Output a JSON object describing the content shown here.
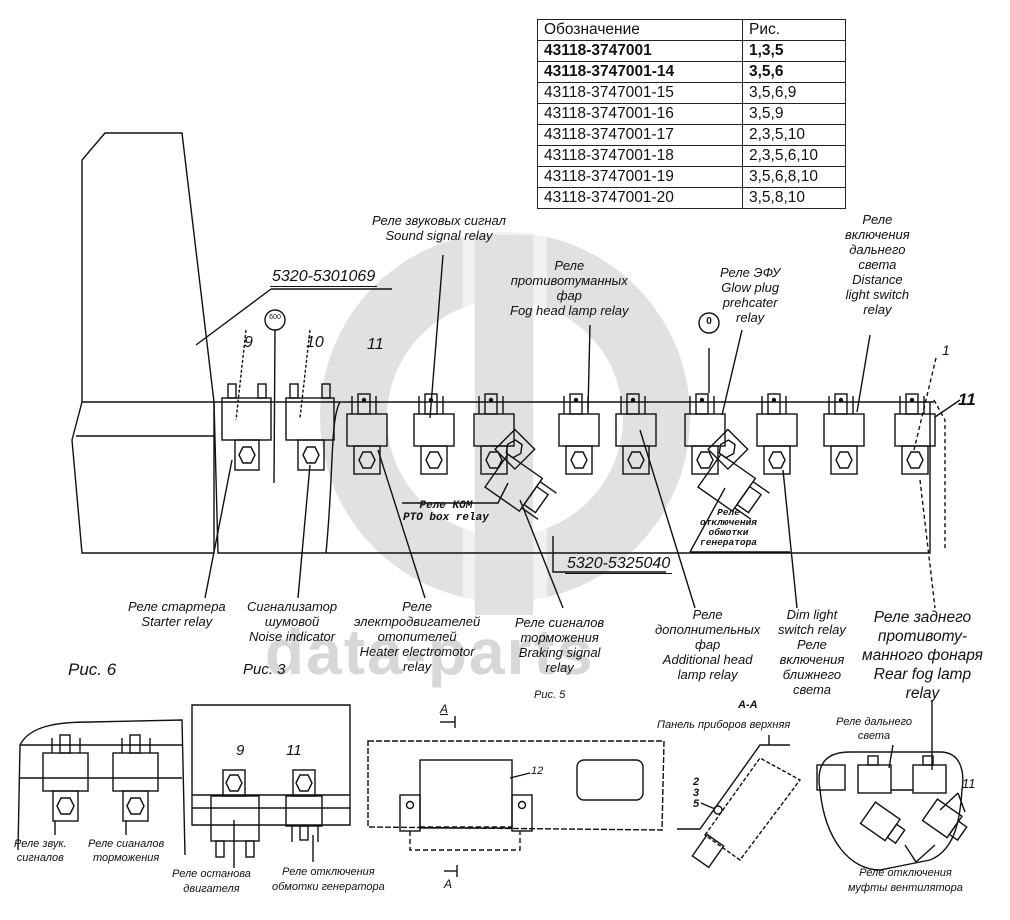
{
  "spec_table": {
    "headers": [
      "Обозначение",
      "Рис."
    ],
    "rows": [
      {
        "designation": "43118-3747001",
        "figures": "1,3,5",
        "bold": true
      },
      {
        "designation": "43118-3747001-14",
        "figures": "3,5,6",
        "bold": true
      },
      {
        "designation": "43118-3747001-15",
        "figures": "3,5,6,9",
        "bold": false
      },
      {
        "designation": "43118-3747001-16",
        "figures": "3,5,9",
        "bold": false
      },
      {
        "designation": "43118-3747001-17",
        "figures": "2,3,5,10",
        "bold": false
      },
      {
        "designation": "43118-3747001-18",
        "figures": "2,3,5,6,10",
        "bold": false
      },
      {
        "designation": "43118-3747001-19",
        "figures": "3,5,6,8,10",
        "bold": false
      },
      {
        "designation": "43118-3747001-20",
        "figures": "3,5,8,10",
        "bold": false
      }
    ]
  },
  "part_numbers": {
    "bracket_top": "5320-5301069",
    "panel_bottom": "5320-5325040"
  },
  "callout_circles": {
    "c600": "600",
    "c0": "0"
  },
  "position_numbers": {
    "n9": "9",
    "n10": "10",
    "n11_left": "11",
    "n1": "1",
    "n11_right": "11"
  },
  "top_labels": {
    "sound_signal": [
      "Реле звуковых сигнал",
      "Sound signal relay"
    ],
    "fog_head": [
      "Реле",
      "противотуманных",
      "фар",
      "Fog head lamp relay"
    ],
    "glow_plug": [
      "Реле ЭФУ",
      "Glow plug",
      "prehcater",
      "relay"
    ],
    "distance_light": [
      "Реле",
      "включения",
      "дальнего",
      "света",
      "Distance",
      "light switch",
      "relay"
    ]
  },
  "inline_labels": {
    "pto": [
      "Реле КОМ",
      "PTO box relay"
    ],
    "generator_winding": [
      "Реле",
      "отключения",
      "обмотки",
      "генератора"
    ]
  },
  "bottom_labels": {
    "starter": [
      "Реле стартера",
      "Starter relay"
    ],
    "noise": [
      "Сигнализатор",
      "шумовой",
      "Noise indicator"
    ],
    "heater": [
      "Реле",
      "электродвигателей",
      "отопителей",
      "Heater electromotor",
      "relay"
    ],
    "braking": [
      "Реле сигналов",
      "торможения",
      "Braking signal",
      "relay"
    ],
    "additional_head": [
      "Реле",
      "дополнительных",
      "фар",
      "Additional head",
      "lamp relay"
    ],
    "dim_light": [
      "Dim light",
      "switch relay",
      "Реле",
      "включения",
      "ближнего",
      "света"
    ],
    "rear_fog": [
      "Реле заднего",
      "противоту-",
      "манного фонаря",
      "Rear fog lamp",
      "relay"
    ]
  },
  "figures": {
    "fig6": {
      "title": "Рис. 6",
      "labels": {
        "sound": [
          "Реле звук.",
          "сигналов"
        ],
        "braking": [
          "Реле сианалов",
          "торможения"
        ]
      }
    },
    "fig3": {
      "title": "Рис. 3",
      "numbers": [
        "9",
        "11"
      ],
      "labels": {
        "engine_stop": [
          "Реле останова",
          "двигателя"
        ],
        "generator": [
          "Реле отключения",
          "обмотки генератора"
        ]
      }
    },
    "fig5": {
      "title": "Рис. 5",
      "section_mark": "A",
      "part_no": "12"
    },
    "section_aa": {
      "title": "А-А",
      "panel_label": "Панель приборов верхняя",
      "numbers": [
        "2",
        "3",
        "5"
      ]
    },
    "fig_right": {
      "labels": {
        "high_beam": [
          "Реле дальнего",
          "света"
        ],
        "fan_clutch": [
          "Реле отключения",
          "муфты вентилятора"
        ]
      },
      "number": "11"
    }
  },
  "watermark": "data-parts"
}
